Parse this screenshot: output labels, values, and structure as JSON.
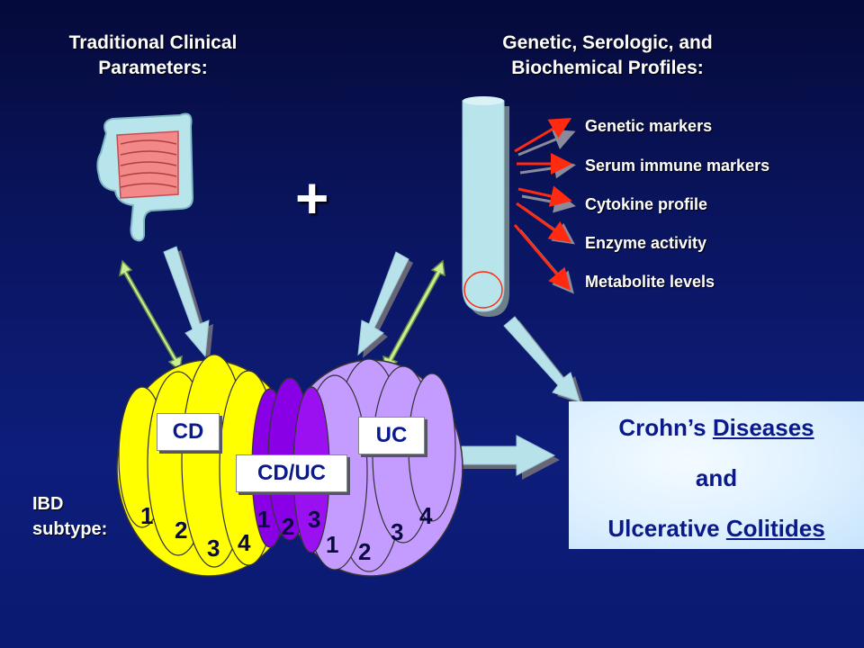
{
  "headings": {
    "left_line1": "Traditional Clinical",
    "left_line2": "Parameters:",
    "right_line1": "Genetic, Serologic, and",
    "right_line2": "Biochemical Profiles:"
  },
  "markers": [
    "Genetic markers",
    "Serum immune markers",
    "Cytokine profile",
    "Enzyme activity",
    "Metabolite levels"
  ],
  "plus": "+",
  "ibd_label_line1": "IBD",
  "ibd_label_line2": "subtype:",
  "boxes": {
    "cd": "CD",
    "uc": "UC",
    "cduc": "CD/UC"
  },
  "numbers": {
    "cd": [
      "1",
      "2",
      "3",
      "4"
    ],
    "cduc": [
      "1",
      "2",
      "3"
    ],
    "uc": [
      "1",
      "2",
      "3",
      "4"
    ]
  },
  "result": {
    "line1_prefix": "Crohn’s ",
    "line1_underlined": "Diseases",
    "line2": "and",
    "line3_prefix": "Ulcerative ",
    "line3_underlined": "Colitides"
  },
  "colors": {
    "cd": "#ffff00",
    "uc": "#c49bff",
    "cduc": "#8a00e6",
    "tube": "#b8e4ec",
    "arrow": "#b8e2ea",
    "red_arrow": "#ff2a10"
  }
}
